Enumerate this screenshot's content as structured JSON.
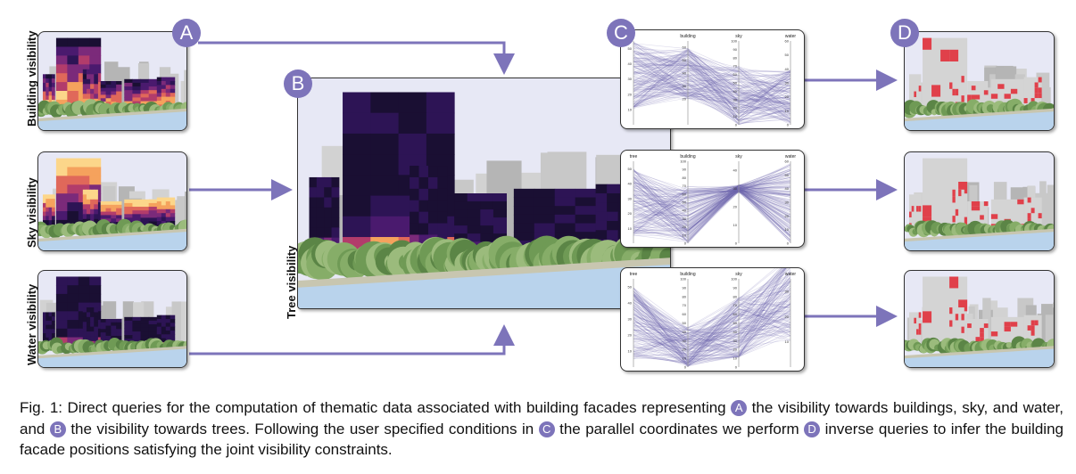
{
  "labels": {
    "a": "A",
    "b": "B",
    "c": "C",
    "d": "D"
  },
  "row_labels": [
    "Building visibility",
    "Sky visibility",
    "Water visibility"
  ],
  "main_label": "Tree visibility",
  "pc_panels": [
    {
      "axes": [
        {
          "name": "",
          "ticks": [
            10,
            20,
            30,
            40,
            50
          ]
        },
        {
          "name": "building",
          "ticks": [
            20,
            30,
            40,
            50,
            60
          ]
        },
        {
          "name": "sky",
          "ticks": [
            0,
            10,
            20,
            30,
            40,
            50,
            60,
            70,
            80,
            90,
            100
          ]
        },
        {
          "name": "water",
          "ticks": [
            0,
            10,
            20,
            30,
            40,
            50,
            60
          ]
        }
      ]
    },
    {
      "axes": [
        {
          "name": "tree",
          "ticks": [
            10,
            20,
            30,
            40,
            50
          ]
        },
        {
          "name": "building",
          "ticks": [
            0,
            10,
            20,
            30,
            40,
            50,
            60,
            70,
            80,
            90,
            100
          ]
        },
        {
          "name": "sky",
          "ticks": [
            0,
            10,
            20,
            30,
            40
          ]
        },
        {
          "name": "water",
          "ticks": [
            0,
            10,
            20,
            30,
            40,
            50,
            60
          ]
        }
      ]
    },
    {
      "axes": [
        {
          "name": "tree",
          "ticks": [
            10,
            20,
            30,
            40,
            50
          ]
        },
        {
          "name": "building",
          "ticks": [
            0,
            10,
            20,
            30,
            40,
            50,
            60,
            70,
            80,
            90,
            100
          ]
        },
        {
          "name": "sky",
          "ticks": [
            0,
            10,
            20,
            30,
            40,
            50,
            60,
            70,
            80,
            90,
            100
          ]
        },
        {
          "name": "water",
          "ticks": [
            10,
            20,
            30
          ]
        }
      ]
    }
  ],
  "colors": {
    "accent": "#7d74ba",
    "line": "#6f68b0",
    "highlight": "#e0404a"
  },
  "caption": {
    "p1": "Fig. 1: Direct queries for the computation of thematic data associated with building facades representing ",
    "p2": " the visibility towards buildings, sky, and water, and ",
    "p3": " the visibility towards trees. Following the user specified conditions in ",
    "p4": " the parallel coordinates we perform ",
    "p5": " inverse queries to infer the building facade positions satisfying the joint visibility constraints."
  }
}
